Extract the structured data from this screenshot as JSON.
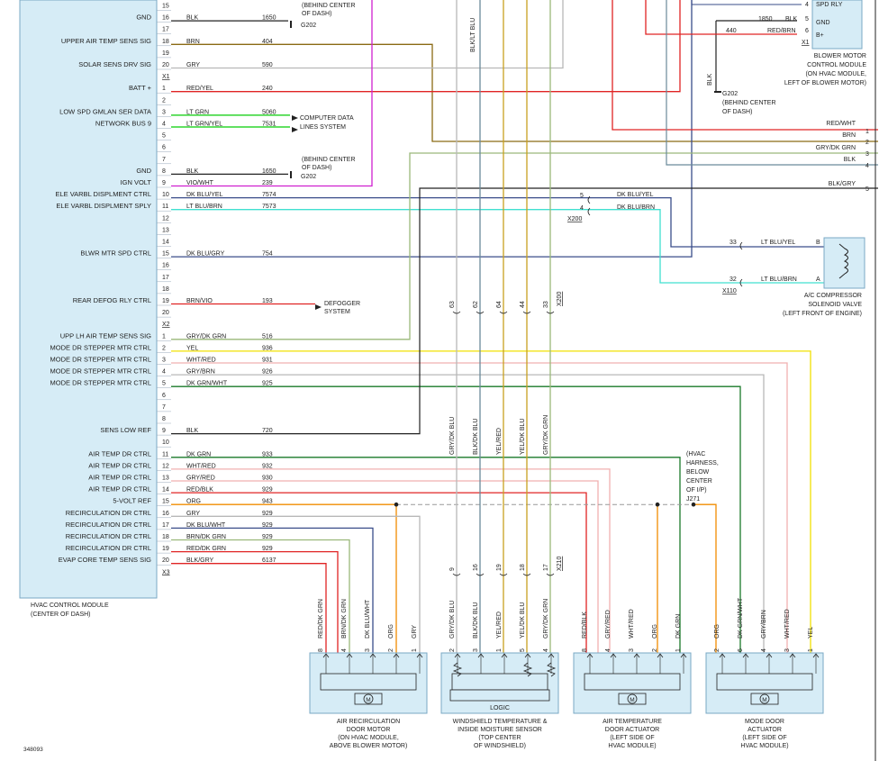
{
  "colors": {
    "page_background": "#ffffff",
    "module_fill": "#d6ecf6",
    "module_border": "#7aa8c4",
    "brn": "#8a6a14",
    "gry": "#b8b8b8",
    "red": "#e02424",
    "green": "#2fd52f",
    "magenta": "#d020d0",
    "dkblue": "#3a4d8a",
    "ltblue": "#40e0d0",
    "yellow": "#f0e000",
    "pink": "#f0b0b0",
    "dkgreen": "#1a7a2a",
    "orange": "#f08c00",
    "black": "#222222",
    "slate": "#6a8a9a",
    "sage": "#9ab87a",
    "gold": "#c8a020"
  },
  "hvac_module": {
    "caption_line1": "HVAC CONTROL MODULE",
    "caption_line2": "(CENTER OF DASH)",
    "drawing_number": "348093"
  },
  "hvac_pins": [
    {
      "label": "",
      "pin": "15",
      "color": "",
      "circuit": ""
    },
    {
      "label": "GND",
      "pin": "16",
      "color": "BLK",
      "circuit": "1650"
    },
    {
      "label": "",
      "pin": "17",
      "color": "",
      "circuit": ""
    },
    {
      "label": "UPPER AIR TEMP SENS SIG",
      "pin": "18",
      "color": "BRN",
      "circuit": "404"
    },
    {
      "label": "",
      "pin": "19",
      "color": "",
      "circuit": ""
    },
    {
      "label": "SOLAR SENS DRV SIG",
      "pin": "20",
      "color": "GRY",
      "circuit": "590"
    },
    {
      "label": "",
      "pin": "X1",
      "color": "",
      "circuit": ""
    },
    {
      "label": "BATT +",
      "pin": "1",
      "color": "RED/YEL",
      "circuit": "240"
    },
    {
      "label": "",
      "pin": "2",
      "color": "",
      "circuit": ""
    },
    {
      "label": "LOW SPD GMLAN SER DATA",
      "pin": "3",
      "color": "LT GRN",
      "circuit": "5060"
    },
    {
      "label": "NETWORK BUS 9",
      "pin": "4",
      "color": "LT GRN/YEL",
      "circuit": "7531"
    },
    {
      "label": "",
      "pin": "5",
      "color": "",
      "circuit": ""
    },
    {
      "label": "",
      "pin": "6",
      "color": "",
      "circuit": ""
    },
    {
      "label": "",
      "pin": "7",
      "color": "",
      "circuit": ""
    },
    {
      "label": "GND",
      "pin": "8",
      "color": "BLK",
      "circuit": "1650"
    },
    {
      "label": "IGN VOLT",
      "pin": "9",
      "color": "VIO/WHT",
      "circuit": "239"
    },
    {
      "label": "ELE VARBL DISPLMENT CTRL",
      "pin": "10",
      "color": "DK BLU/YEL",
      "circuit": "7574"
    },
    {
      "label": "ELE VARBL DISPLMENT SPLY",
      "pin": "11",
      "color": "LT BLU/BRN",
      "circuit": "7573"
    },
    {
      "label": "",
      "pin": "12",
      "color": "",
      "circuit": ""
    },
    {
      "label": "",
      "pin": "13",
      "color": "",
      "circuit": ""
    },
    {
      "label": "",
      "pin": "14",
      "color": "",
      "circuit": ""
    },
    {
      "label": "BLWR MTR SPD CTRL",
      "pin": "15",
      "color": "DK BLU/GRY",
      "circuit": "754"
    },
    {
      "label": "",
      "pin": "16",
      "color": "",
      "circuit": ""
    },
    {
      "label": "",
      "pin": "17",
      "color": "",
      "circuit": ""
    },
    {
      "label": "",
      "pin": "18",
      "color": "",
      "circuit": ""
    },
    {
      "label": "REAR DEFOG RLY CTRL",
      "pin": "19",
      "color": "BRN/VIO",
      "circuit": "193"
    },
    {
      "label": "",
      "pin": "20",
      "color": "",
      "circuit": ""
    },
    {
      "label": "",
      "pin": "X2",
      "color": "",
      "circuit": ""
    },
    {
      "label": "UPP LH AIR TEMP SENS SIG",
      "pin": "1",
      "color": "GRY/DK GRN",
      "circuit": "516"
    },
    {
      "label": "MODE DR STEPPER MTR CTRL",
      "pin": "2",
      "color": "YEL",
      "circuit": "936"
    },
    {
      "label": "MODE DR STEPPER MTR CTRL",
      "pin": "3",
      "color": "WHT/RED",
      "circuit": "931"
    },
    {
      "label": "MODE DR STEPPER MTR CTRL",
      "pin": "4",
      "color": "GRY/BRN",
      "circuit": "926"
    },
    {
      "label": "MODE DR STEPPER MTR CTRL",
      "pin": "5",
      "color": "DK GRN/WHT",
      "circuit": "925"
    },
    {
      "label": "",
      "pin": "6",
      "color": "",
      "circuit": ""
    },
    {
      "label": "",
      "pin": "7",
      "color": "",
      "circuit": ""
    },
    {
      "label": "",
      "pin": "8",
      "color": "",
      "circuit": ""
    },
    {
      "label": "SENS LOW REF",
      "pin": "9",
      "color": "BLK",
      "circuit": "720"
    },
    {
      "label": "",
      "pin": "10",
      "color": "",
      "circuit": ""
    },
    {
      "label": "AIR TEMP DR CTRL",
      "pin": "11",
      "color": "DK GRN",
      "circuit": "933"
    },
    {
      "label": "AIR TEMP DR CTRL",
      "pin": "12",
      "color": "WHT/RED",
      "circuit": "932"
    },
    {
      "label": "AIR TEMP DR CTRL",
      "pin": "13",
      "color": "GRY/RED",
      "circuit": "930"
    },
    {
      "label": "AIR TEMP DR CTRL",
      "pin": "14",
      "color": "RED/BLK",
      "circuit": "929"
    },
    {
      "label": "5-VOLT REF",
      "pin": "15",
      "color": "ORG",
      "circuit": "943"
    },
    {
      "label": "RECIRCULATION DR CTRL",
      "pin": "16",
      "color": "GRY",
      "circuit": "929"
    },
    {
      "label": "RECIRCULATION DR CTRL",
      "pin": "17",
      "color": "DK BLU/WHT",
      "circuit": "929"
    },
    {
      "label": "RECIRCULATION DR CTRL",
      "pin": "18",
      "color": "BRN/DK GRN",
      "circuit": "929"
    },
    {
      "label": "RECIRCULATION DR CTRL",
      "pin": "19",
      "color": "RED/DK GRN",
      "circuit": "929"
    },
    {
      "label": "EVAP CORE TEMP SENS SIG",
      "pin": "20",
      "color": "BLK/GRY",
      "circuit": "6137"
    },
    {
      "label": "",
      "pin": "X3",
      "color": "",
      "circuit": ""
    }
  ],
  "grounds": {
    "g202_top_1": "(BEHIND CENTER",
    "g202_top_2": "OF DASH)",
    "g202_top_3": "G202",
    "g202_mid_1": "(BEHIND CENTER",
    "g202_mid_2": "OF DASH)",
    "g202_mid_3": "G202",
    "g202_right_1": "G202",
    "g202_right_2": "(BEHIND CENTER",
    "g202_right_3": "OF DASH)"
  },
  "computer_data": {
    "line1": "COMPUTER DATA",
    "line2": "LINES SYSTEM"
  },
  "defogger": {
    "line1": "DEFOGGER",
    "line2": "SYSTEM"
  },
  "blower_module": {
    "pin4": "SPD RLY",
    "pin5": "GND",
    "pin6": "B+",
    "connector": "X1",
    "wire_1850": "1850",
    "wire_blk": "BLK",
    "wire_440": "440",
    "wire_redbrn": "RED/BRN",
    "num_4": "4",
    "num_5": "5",
    "num_6": "6",
    "vertical_blk": "BLK",
    "caption_1": "BLOWER MOTOR",
    "caption_2": "CONTROL MODULE",
    "caption_3": "(ON HVAC MODULE,",
    "caption_4": "LEFT OF BLOWER MOTOR)"
  },
  "right_edge": [
    {
      "color": "RED/WHT",
      "num": "1"
    },
    {
      "color": "BRN",
      "num": "2"
    },
    {
      "color": "GRY/DK GRN",
      "num": "3"
    },
    {
      "color": "BLK",
      "num": "4"
    },
    {
      "color": "BLK/GRY",
      "num": "5"
    }
  ],
  "x200": {
    "connector": "X200",
    "pin5": "5",
    "pin4": "4",
    "wire5": "DK BLU/YEL",
    "wire4": "DK BLU/BRN"
  },
  "compressor": {
    "pin33": "33",
    "pin32": "32",
    "wire33": "LT BLU/YEL",
    "wire32": "LT BLU/BRN",
    "term_b": "B",
    "term_a": "A",
    "connector": "X110",
    "caption_1": "A/C COMPRESSOR",
    "caption_2": "SOLENOID VALVE",
    "caption_3": "(LEFT FRONT OF ENGINE)"
  },
  "vertical_top_label": "BLK/LT BLU",
  "x200_vertical_pins": [
    "63",
    "62",
    "64",
    "44",
    "33"
  ],
  "x200_vertical_connector": "X200",
  "mid_vertical_labels": [
    "GRY/DK BLU",
    "BLK/DK BLU",
    "YEL/RED",
    "YEL/DK BLU",
    "GRY/DK GRN"
  ],
  "x210_pins": [
    "9",
    "16",
    "19",
    "18",
    "17"
  ],
  "x210_connector": "X210",
  "hvac_harness": {
    "line1": "(HVAC",
    "line2": "HARNESS,",
    "line3": "BELOW",
    "line4": "CENTER",
    "line5": "OF I/P)",
    "line6": "J271"
  },
  "components": [
    {
      "pins": [
        "8",
        "4",
        "3",
        "2",
        "1"
      ],
      "wires": [
        "RED/DK GRN",
        "BRN/DK GRN",
        "DK BLU/WHT",
        "ORG",
        "GRY"
      ],
      "inner": "M",
      "caption": [
        "AIR RECIRCULATION",
        "DOOR MOTOR",
        "(ON HVAC MODULE,",
        "ABOVE BLOWER MOTOR)"
      ]
    },
    {
      "pins": [
        "2",
        "3",
        "1",
        "5",
        "4"
      ],
      "wires": [
        "GRY/DK BLU",
        "BLK/DK BLU",
        "YEL/RED",
        "YEL/DK BLU",
        "GRY/DK GRN"
      ],
      "inner": "LOGIC",
      "caption": [
        "WINDSHIELD TEMPERATURE &",
        "INSIDE MOISTURE SENSOR",
        "(TOP CENTER",
        "OF WINDSHIELD)"
      ]
    },
    {
      "pins": [
        "8",
        "4",
        "3",
        "2",
        "1"
      ],
      "wires": [
        "RED/BLK",
        "GRY/RED",
        "WHT/RED",
        "ORG",
        "DK GRN"
      ],
      "inner": "M",
      "caption": [
        "AIR TEMPERATURE",
        "DOOR ACTUATOR",
        "(LEFT SIDE OF",
        "HVAC MODULE)"
      ]
    },
    {
      "pins": [
        "2",
        "6",
        "4",
        "3",
        "1"
      ],
      "wires": [
        "ORG",
        "DK GRN/WHT",
        "GRY/BRN",
        "WHT/RED",
        "YEL"
      ],
      "inner": "M",
      "caption": [
        "MODE DOOR",
        "ACTUATOR",
        "(LEFT SIDE OF",
        "HVAC MODULE)"
      ]
    }
  ]
}
